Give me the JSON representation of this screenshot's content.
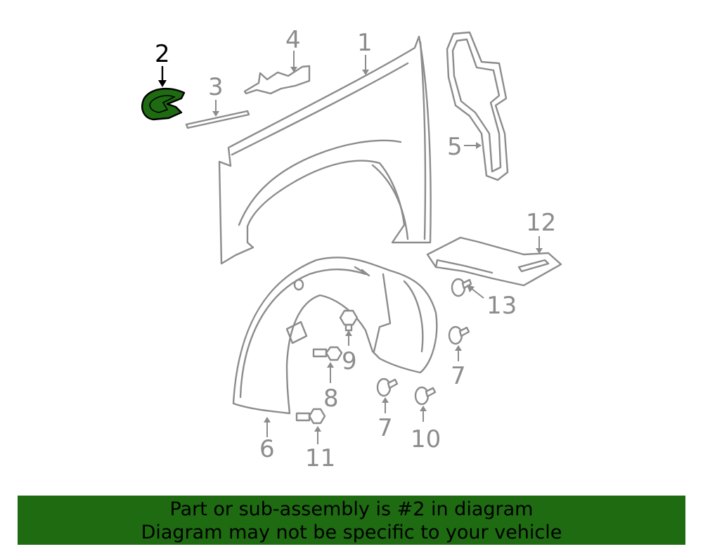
{
  "diagram": {
    "highlighted_part": "2",
    "highlight_color": "#1e6b12",
    "line_color": "#8c8c8c",
    "callouts": {
      "c1": "1",
      "c2": "2",
      "c3": "3",
      "c4": "4",
      "c5": "5",
      "c6": "6",
      "c7a": "7",
      "c7b": "7",
      "c8": "8",
      "c9": "9",
      "c10": "10",
      "c11": "11",
      "c12": "12",
      "c13": "13"
    }
  },
  "banner": {
    "line1": "Part or sub-assembly is #2 in diagram",
    "line2": "Diagram may not be specific to your vehicle",
    "background": "#1e6b12"
  }
}
